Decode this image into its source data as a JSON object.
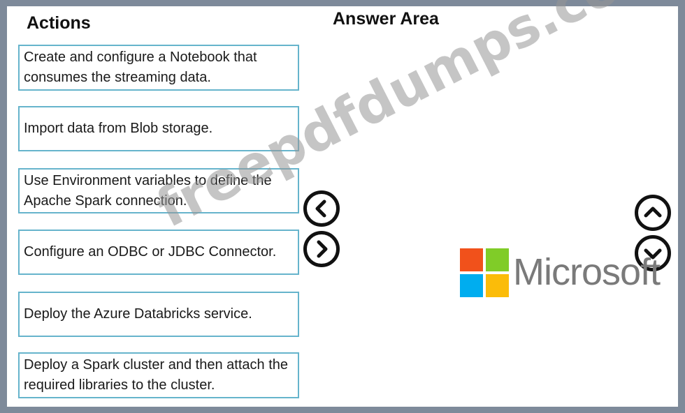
{
  "headings": {
    "actions": "Actions",
    "answer_area": "Answer Area"
  },
  "actions": [
    "Create and configure a Notebook that consumes the streaming data.",
    "Import data from Blob storage.",
    "Use Environment variables to define the Apache Spark connection.",
    "Configure an ODBC or JDBC Connector.",
    "Deploy the Azure Databricks service.",
    "Deploy a Spark cluster and then attach the required libraries to the cluster."
  ],
  "controls": {
    "move_left": "chevron-left-icon",
    "move_right": "chevron-right-icon",
    "move_up": "chevron-up-icon",
    "move_down": "chevron-down-icon"
  },
  "logo": {
    "text": "Microsoft",
    "colors": [
      "#f1511b",
      "#80cc28",
      "#00adef",
      "#fbbc09"
    ]
  },
  "watermark": "freepdfdumps.com"
}
